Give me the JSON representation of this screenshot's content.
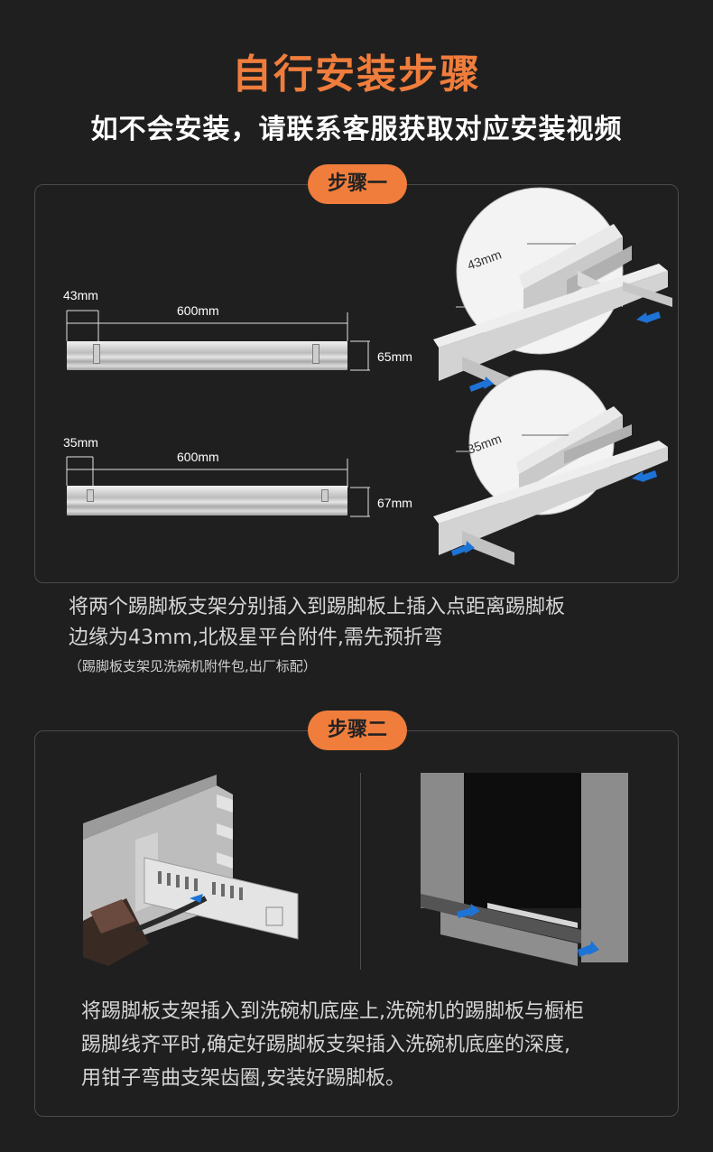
{
  "header": {
    "title": "自行安装步骤",
    "subtitle": "如不会安装，请联系客服获取对应安装视频"
  },
  "step1": {
    "label": "步骤一",
    "diagram_a": {
      "offset": "43mm",
      "length": "600mm",
      "height": "65mm"
    },
    "diagram_b": {
      "offset": "35mm",
      "length": "600mm",
      "height": "67mm"
    },
    "zoom_a": "43mm",
    "zoom_b": "35mm",
    "text_lines": [
      "将两个踢脚板支架分别插入到踢脚板上插入点距离踢脚板",
      "边缘为43mm,北极星平台附件,需先预折弯"
    ],
    "note": "（踢脚板支架见洗碗机附件包,出厂标配）"
  },
  "step2": {
    "label": "步骤二",
    "text_lines": [
      "将踢脚板支架插入到洗碗机底座上,洗碗机的踢脚板与橱柜",
      "踢脚线齐平时,确定好踢脚板支架插入洗碗机底座的深度,",
      "用钳子弯曲支架齿圈,安装好踢脚板。"
    ]
  },
  "colors": {
    "accent": "#f07d3c",
    "background": "#1f1f1f",
    "arrow": "#1e73d6"
  }
}
